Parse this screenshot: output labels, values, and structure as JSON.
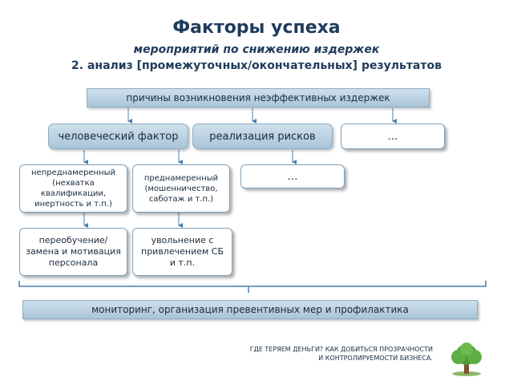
{
  "header": {
    "title": "Факторы успеха",
    "subtitle": "мероприятий по снижению издержек",
    "subtitle2": "2. анализ [промежуточных/окончательных] результатов"
  },
  "diagram": {
    "top": "причины возникновения неэффективных издержек",
    "level1": [
      "человеческий фактор",
      "реализация рисков",
      "…"
    ],
    "level2": [
      "непреднамеренный (нехватка квалификации, инертность и т.п.)",
      "преднамеренный (мошенничество, саботаж и т.п.)",
      "…"
    ],
    "level3": [
      "переобучение/ замена и мотивация персонала",
      "увольнение с привлечением СБ и т.п."
    ],
    "bottom": "мониторинг, организация превентивных мер и профилактика"
  },
  "footer": {
    "line1": "ГДЕ ТЕРЯЕМ ДЕНЬГИ? КАК ДОБИТЬСЯ ПРОЗРАЧНОСТИ",
    "line2": "И КОНТРОЛИРУЕМОСТИ БИЗНЕСА."
  },
  "icons": {
    "logo": "tree-icon"
  },
  "colors": {
    "title": "#1f3b5c",
    "box_fill": "#bcd3e4",
    "connector": "#4a7fb0"
  }
}
